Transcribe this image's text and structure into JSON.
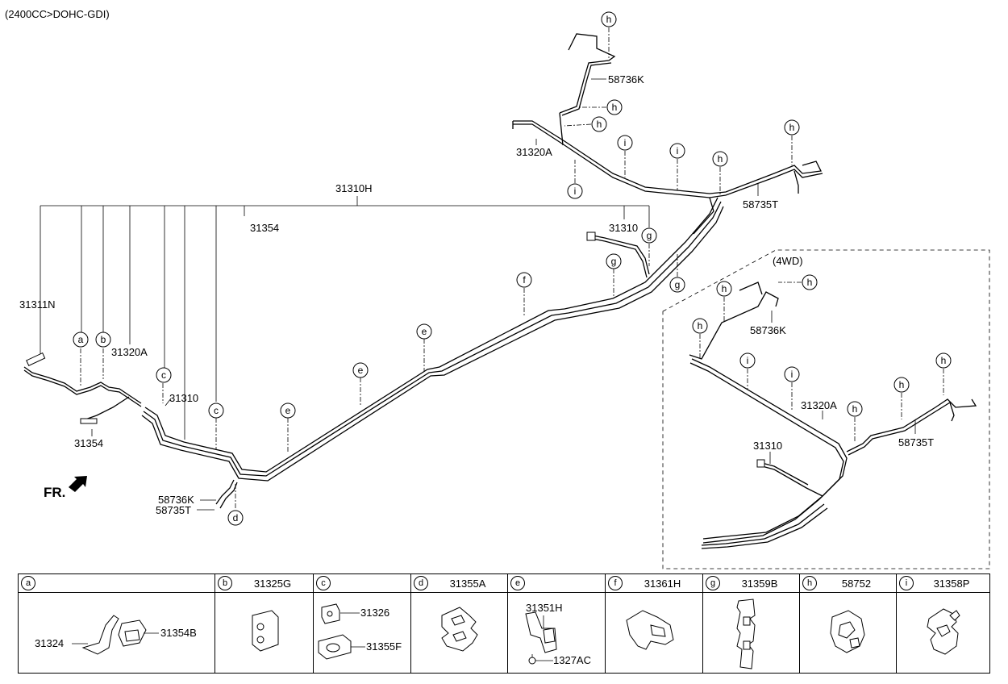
{
  "header": {
    "engine_spec": "(2400CC>DOHC-GDI)"
  },
  "inset": {
    "label": "(4WD)"
  },
  "front_indicator": {
    "label": "FR."
  },
  "part_labels": {
    "main_assembly": "31310H",
    "main_31354_top": "31354",
    "main_31311n": "31311N",
    "main_31320a_left": "31320A",
    "main_31310_left": "31310",
    "main_31354_bottom": "31354",
    "main_58736k_bottom": "58736K",
    "main_58735t_bottom": "58735T",
    "main_31310_right": "31310",
    "main_31320a_top": "31320A",
    "main_58736k_top": "58736K",
    "main_58735t_right": "58735T",
    "inset_58736k": "58736K",
    "inset_31320a": "31320A",
    "inset_31310": "31310",
    "inset_58735t": "58735T"
  },
  "callouts": {
    "a": "a",
    "b": "b",
    "c": "c",
    "d": "d",
    "e": "e",
    "f": "f",
    "g": "g",
    "h": "h",
    "i": "i"
  },
  "legend": [
    {
      "letter": "a",
      "code": "",
      "parts": [
        "31324",
        "31354B"
      ]
    },
    {
      "letter": "b",
      "code": "31325G",
      "parts": []
    },
    {
      "letter": "c",
      "code": "",
      "parts": [
        "31326",
        "31355F"
      ]
    },
    {
      "letter": "d",
      "code": "31355A",
      "parts": []
    },
    {
      "letter": "e",
      "code": "",
      "parts": [
        "31351H",
        "1327AC"
      ]
    },
    {
      "letter": "f",
      "code": "31361H",
      "parts": []
    },
    {
      "letter": "g",
      "code": "31359B",
      "parts": []
    },
    {
      "letter": "h",
      "code": "58752",
      "parts": []
    },
    {
      "letter": "i",
      "code": "31358P",
      "parts": []
    }
  ]
}
